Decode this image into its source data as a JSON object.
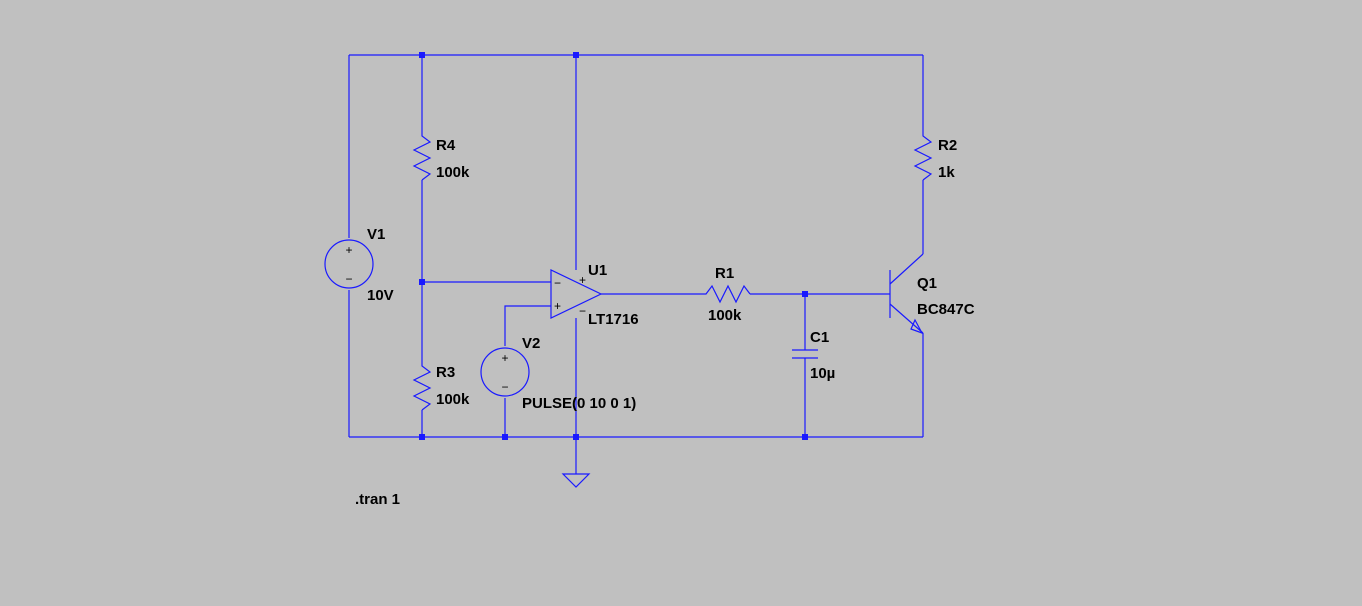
{
  "colors": {
    "background": "#c0c0c0",
    "wire": "#1a1aff",
    "text": "#000000"
  },
  "components": {
    "V1": {
      "ref": "V1",
      "value": "10V",
      "type": "voltage-source"
    },
    "V2": {
      "ref": "V2",
      "value": "PULSE(0 10 0 1)",
      "type": "voltage-source"
    },
    "R1": {
      "ref": "R1",
      "value": "100k",
      "type": "resistor"
    },
    "R2": {
      "ref": "R2",
      "value": "1k",
      "type": "resistor"
    },
    "R3": {
      "ref": "R3",
      "value": "100k",
      "type": "resistor"
    },
    "R4": {
      "ref": "R4",
      "value": "100k",
      "type": "resistor"
    },
    "C1": {
      "ref": "C1",
      "value": "10µ",
      "type": "capacitor"
    },
    "U1": {
      "ref": "U1",
      "value": "LT1716",
      "type": "comparator",
      "pin_inv": "−",
      "pin_noninv": "+",
      "pin_vplus": "+",
      "pin_vminus": "−"
    },
    "Q1": {
      "ref": "Q1",
      "value": "BC847C",
      "type": "npn-transistor"
    }
  },
  "directive": ".tran 1",
  "source_symbols": {
    "plus": "+",
    "minus": "−"
  }
}
